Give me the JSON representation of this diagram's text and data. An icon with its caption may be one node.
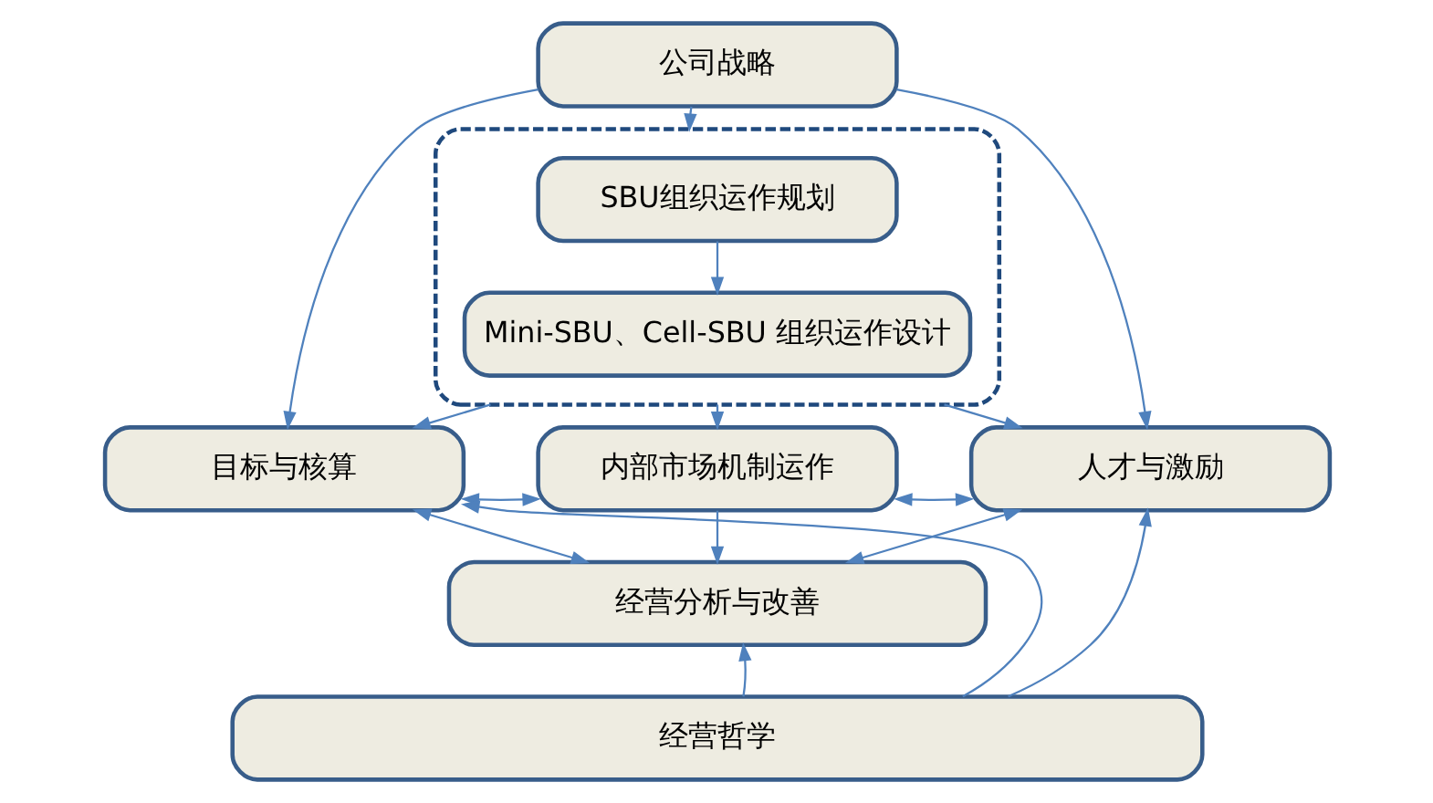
{
  "diagram": {
    "nodes": [
      {
        "text": [
          "公司战略"
        ]
      },
      {
        "text": [],
        "shape": "box"
      },
      {
        "text": [
          "SBU组织运作规划"
        ],
        "in": 1
      },
      {
        "text": [
          "Mini-SBU、Cell-SBU 组织运作设计"
        ],
        "in": 1
      },
      {
        "text": [
          "目标与核算"
        ]
      },
      {
        "text": [
          "内部市场机制运作"
        ]
      },
      {
        "text": [
          "人才与激励"
        ]
      },
      {
        "text": [
          "经营分析与改善"
        ]
      },
      {
        "text": [
          "经营哲学"
        ]
      }
    ],
    "edges": [
      {
        "from": 0,
        "to": 1,
        "arrow": "to"
      },
      {
        "from": 2,
        "to": 3,
        "arrow": "to"
      },
      {
        "from": 0,
        "to": 4,
        "arrow": "to"
      },
      {
        "from": 0,
        "to": 6,
        "arrow": "to"
      },
      {
        "from": 1,
        "to": 4,
        "arrow": "to"
      },
      {
        "from": 1,
        "to": 5,
        "arrow": "to"
      },
      {
        "from": 1,
        "to": 6,
        "arrow": "to"
      },
      {
        "from": 4,
        "to": 5,
        "arrow": "both"
      },
      {
        "from": 5,
        "to": 6,
        "arrow": "both"
      },
      {
        "from": 5,
        "to": 7,
        "arrow": "to"
      },
      {
        "from": 4,
        "to": 7,
        "arrow": "both"
      },
      {
        "from": 6,
        "to": 7,
        "arrow": "both"
      },
      {
        "from": 8,
        "to": 7,
        "arrow": "to"
      },
      {
        "from": 8,
        "to": 4,
        "arrow": "to"
      },
      {
        "from": 8,
        "to": 6,
        "arrow": "to"
      }
    ]
  }
}
